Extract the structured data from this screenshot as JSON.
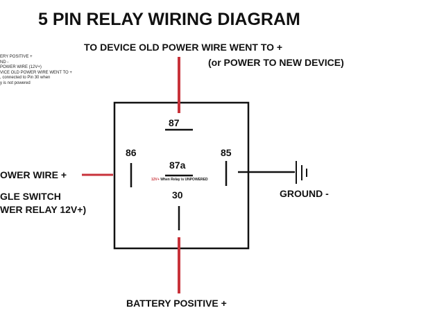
{
  "title": "5 PIN RELAY WIRING DIAGRAM",
  "legend_lines": [
    "ERY POSITIVE +",
    "ND -",
    "POWER WIRE  (12V+)",
    "VICE OLD POWER WIRE WENT TO +",
    ", connected to Pin 30 when",
    "y is not powered"
  ],
  "top_label": "TO DEVICE OLD POWER WIRE WENT TO +",
  "top_label_2": "(or POWER TO NEW DEVICE)",
  "pins": {
    "p87": "87",
    "p87a": "87a",
    "p86": "86",
    "p85": "85",
    "p30": "30"
  },
  "note_red": "12V+",
  "note": " When Relay is UNPOWERED",
  "left_1": "OWER WIRE +",
  "left_2": "GLE SWITCH",
  "left_3": "WER RELAY 12V+)",
  "ground": "GROUND -",
  "bottom_label": "BATTERY POSITIVE +",
  "colors": {
    "wire_red": "#c8323a",
    "wire_black": "#111111"
  }
}
